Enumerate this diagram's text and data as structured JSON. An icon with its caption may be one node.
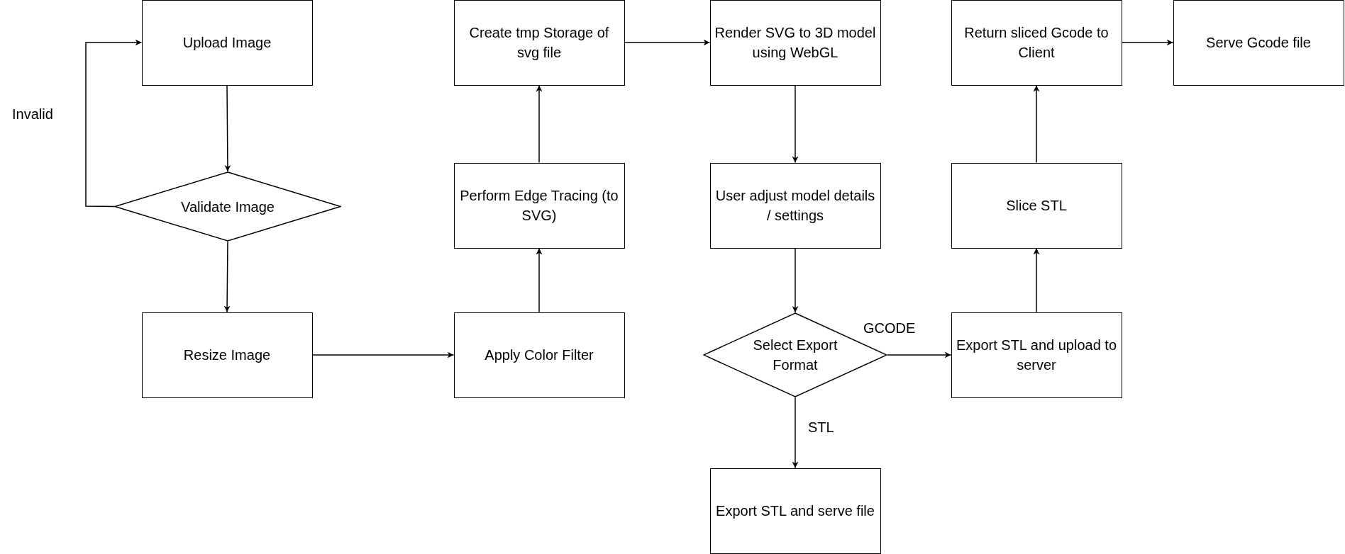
{
  "diagram": {
    "nodes": [
      {
        "text": [
          "Upload Image"
        ]
      },
      {
        "text": [
          "Validate Image"
        ]
      },
      {
        "text": [
          "Resize Image"
        ]
      },
      {
        "text": [
          "Apply Color Filter"
        ]
      },
      {
        "text": [
          "Perform Edge Tracing (to SVG)"
        ]
      },
      {
        "text": [
          "Create tmp Storage of svg file"
        ]
      },
      {
        "text": [
          "Render SVG to 3D model using WebGL"
        ]
      },
      {
        "text": [
          "User adjust model details / settings"
        ]
      },
      {
        "text": [
          "Select Export Format"
        ]
      },
      {
        "text": [
          "Export STL and serve file"
        ]
      },
      {
        "text": [
          "Export STL and upload to server"
        ]
      },
      {
        "text": [
          "Slice STL"
        ]
      },
      {
        "text": [
          "Return sliced Gcode to Client"
        ]
      },
      {
        "text": [
          "Serve Gcode file"
        ]
      }
    ],
    "edges": [
      {
        "from": 0,
        "to": 1,
        "arrow": "to"
      },
      {
        "from": 1,
        "to": 0,
        "arrow": "to",
        "label": "Invalid"
      },
      {
        "from": 1,
        "to": 2,
        "arrow": "to"
      },
      {
        "from": 2,
        "to": 3,
        "arrow": "to"
      },
      {
        "from": 3,
        "to": 4,
        "arrow": "to"
      },
      {
        "from": 4,
        "to": 5,
        "arrow": "to"
      },
      {
        "from": 5,
        "to": 6,
        "arrow": "to"
      },
      {
        "from": 6,
        "to": 7,
        "arrow": "to"
      },
      {
        "from": 7,
        "to": 8,
        "arrow": "to"
      },
      {
        "from": 8,
        "to": 10,
        "arrow": "to",
        "label": "GCODE"
      },
      {
        "from": 8,
        "to": 9,
        "arrow": "to",
        "label": "STL"
      },
      {
        "from": 10,
        "to": 11,
        "arrow": "to"
      },
      {
        "from": 11,
        "to": 12,
        "arrow": "to"
      },
      {
        "from": 12,
        "to": 13,
        "arrow": "to"
      }
    ]
  }
}
